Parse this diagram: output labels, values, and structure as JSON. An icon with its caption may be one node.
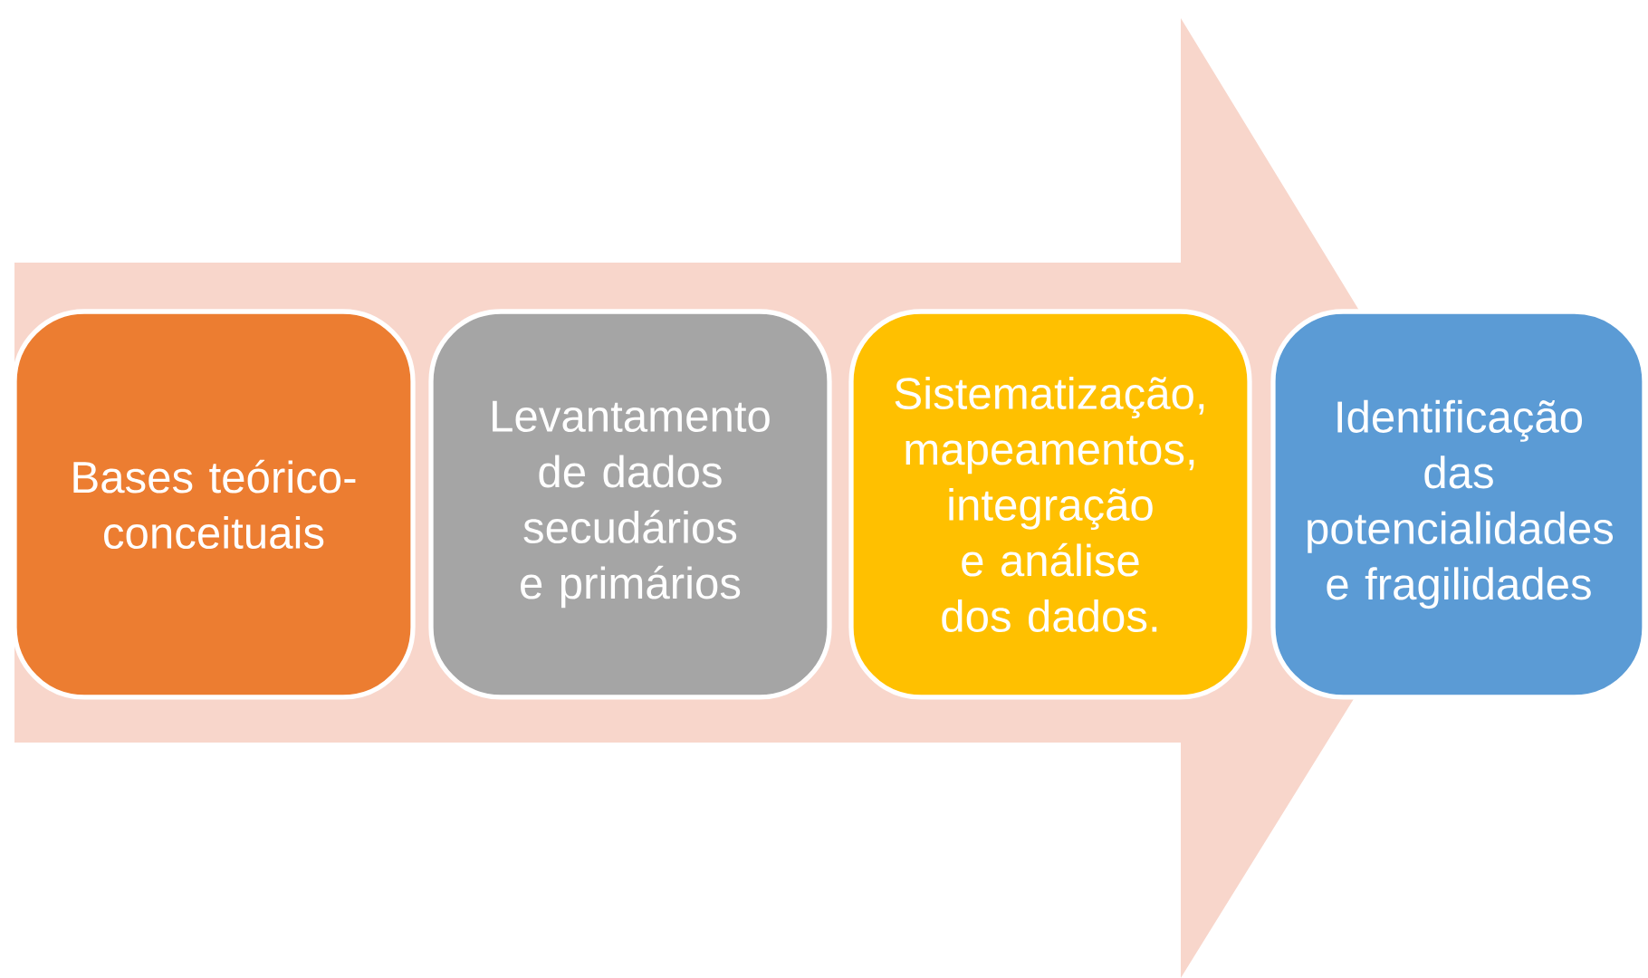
{
  "diagram": {
    "nodes": [
      {
        "text": [
          "Bases teórico-conceituais"
        ]
      },
      {
        "text": [
          "Levantamento de dados secudários e primários"
        ]
      },
      {
        "text": [
          "Sistematização, mapeamentos, integração e análise dos dados."
        ]
      },
      {
        "text": [
          "Identificação das potencialidades e fragilidades"
        ]
      }
    ],
    "edges": [
      {
        "from": 0,
        "to": 3,
        "arrow": "to"
      }
    ]
  }
}
